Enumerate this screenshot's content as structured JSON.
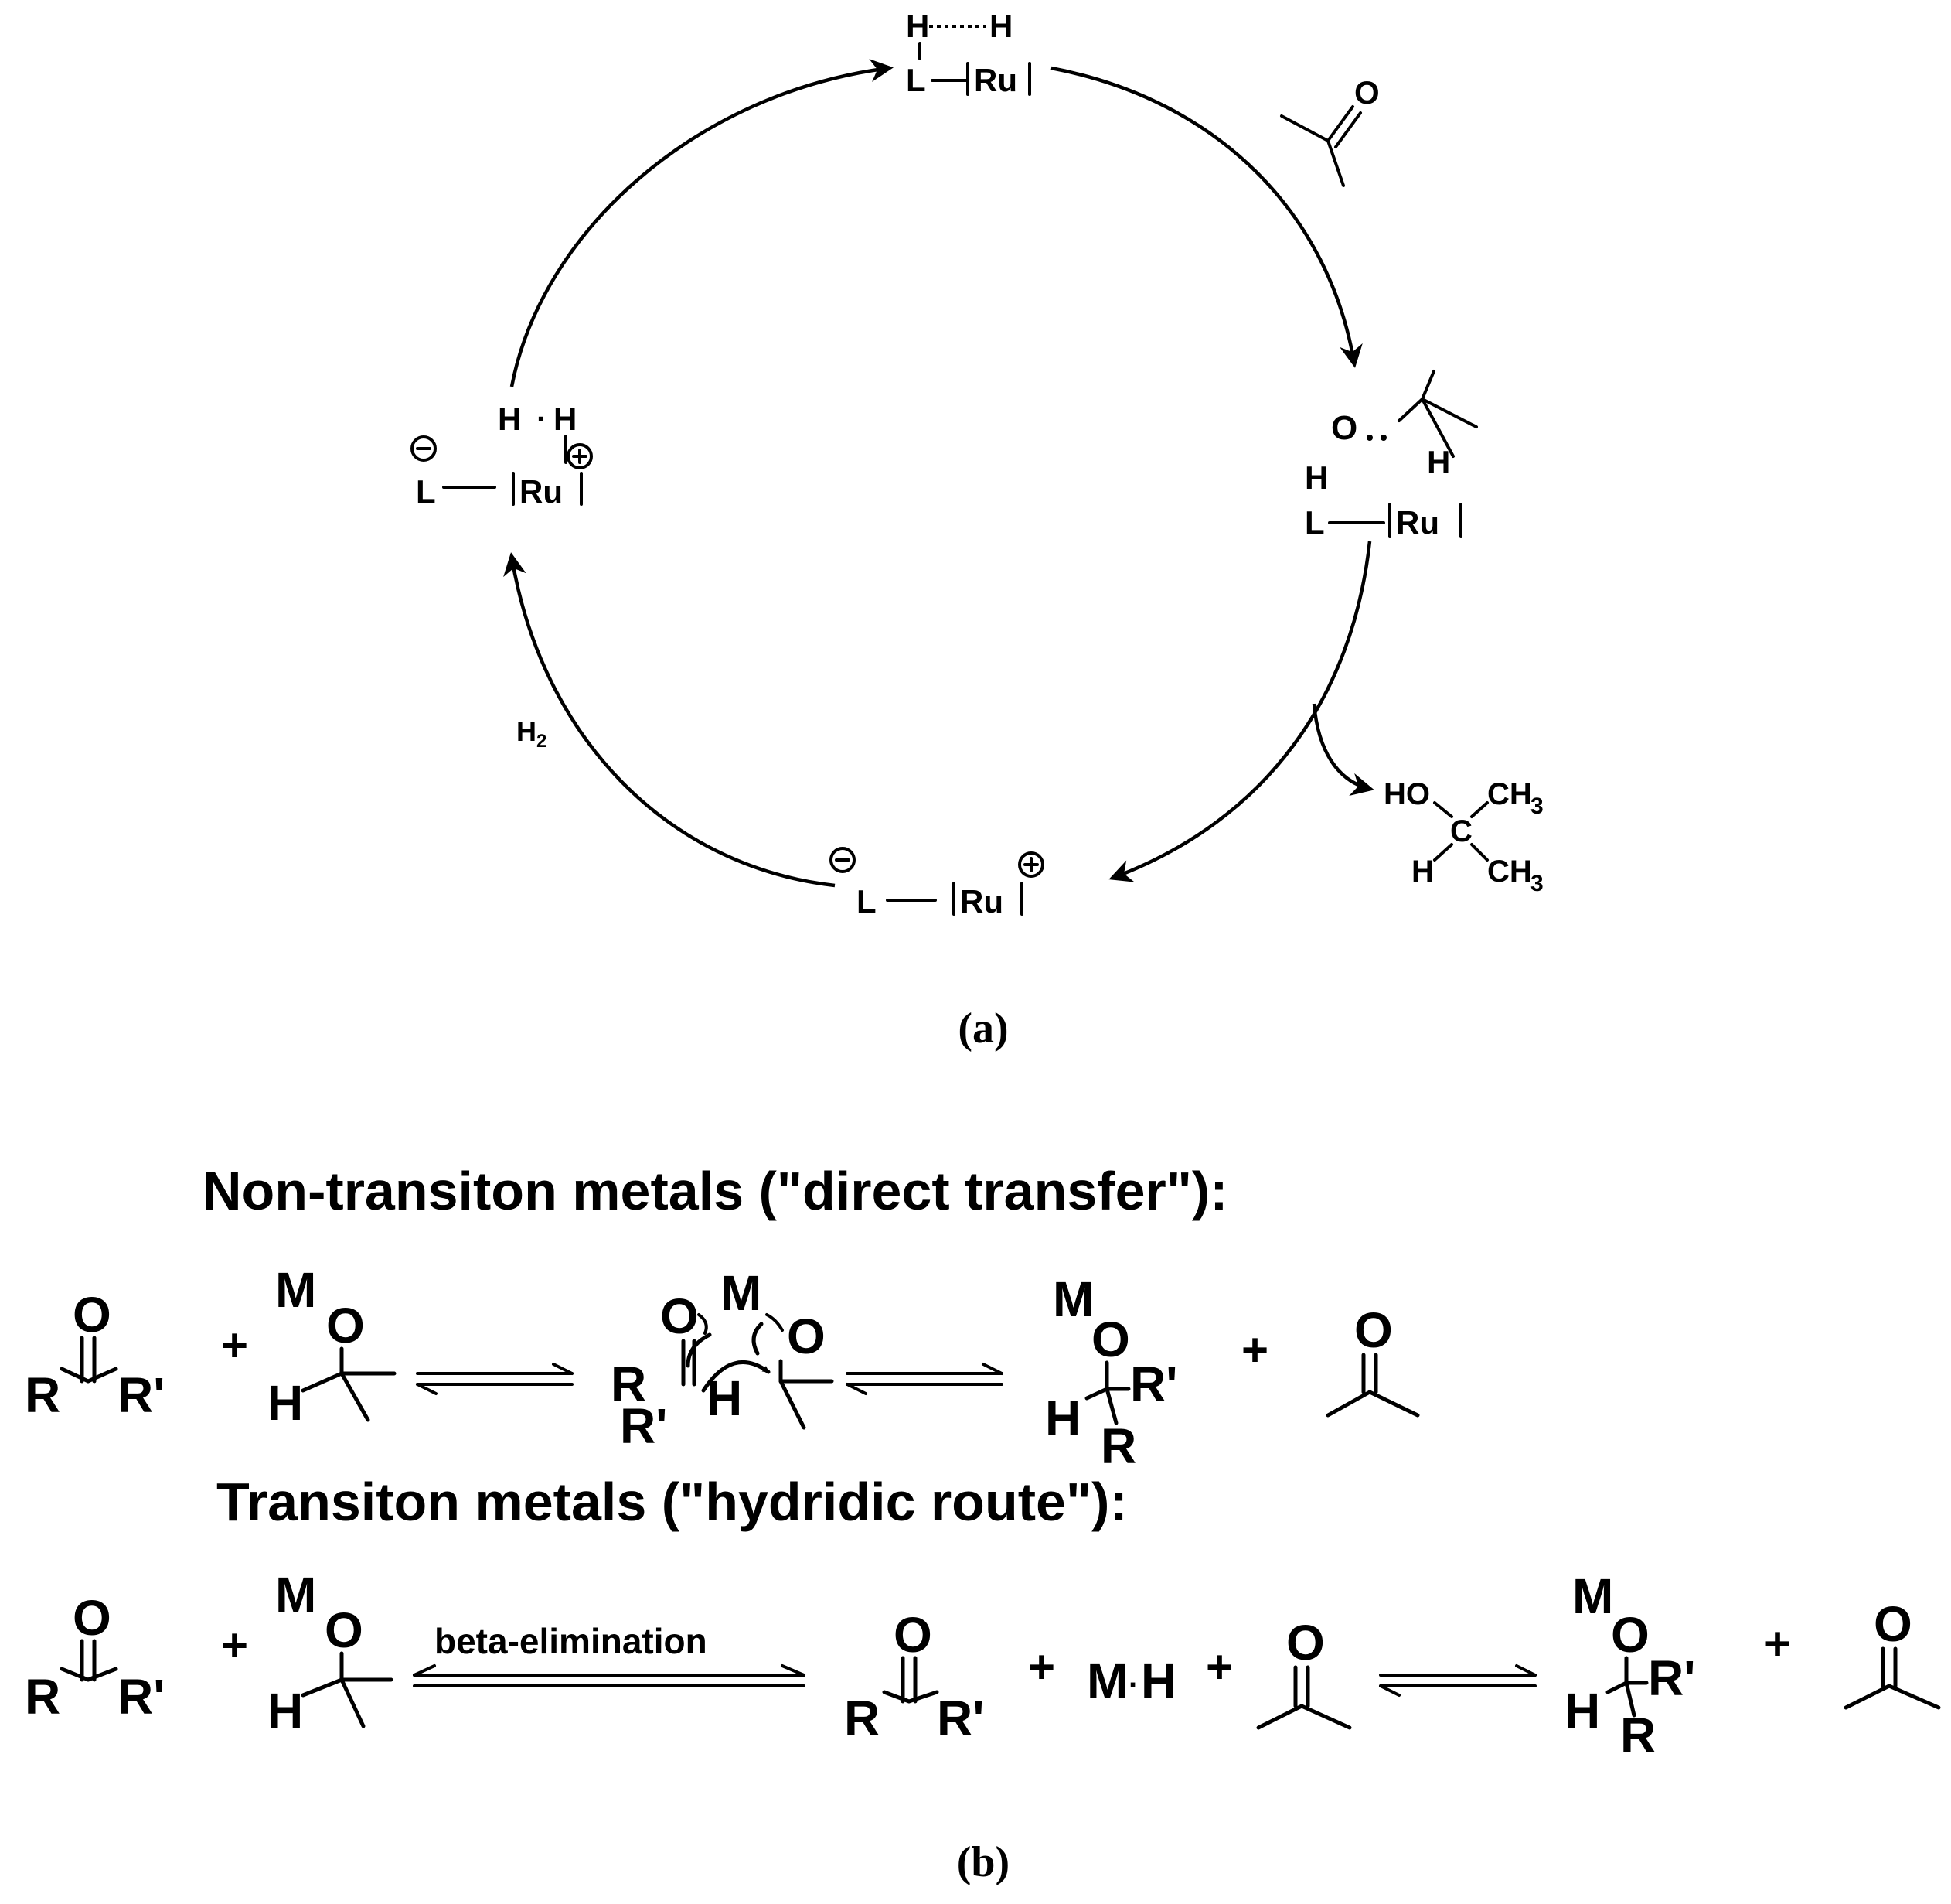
{
  "panel_a": {
    "caption": "(a)",
    "top": {
      "h1": "H",
      "h2": "H",
      "L": "L",
      "Ru": "Ru"
    },
    "reagent_acetone": {
      "O": "O"
    },
    "right": {
      "O": "O",
      "H1": "H",
      "H2": "H",
      "L": "L",
      "Ru": "Ru"
    },
    "product": {
      "HO": "HO",
      "CH3a": "CH",
      "sub3a": "3",
      "C": "C",
      "H": "H",
      "CH3b": "CH",
      "sub3b": "3"
    },
    "bottom": {
      "L": "L",
      "Ru": "Ru"
    },
    "h2_label": {
      "H": "H",
      "sub": "2"
    },
    "left": {
      "H1": "H",
      "dot": "·",
      "H2": "H",
      "L": "L",
      "Ru": "Ru"
    }
  },
  "panel_b": {
    "caption": "(b)",
    "direct": {
      "heading": "Non-transiton metals (\"direct transfer\"):",
      "ketone": {
        "O": "O",
        "R": "R",
        "Rp": "R'"
      },
      "plus1": "+",
      "alkoxide": {
        "M": "M",
        "O": "O",
        "H": "H"
      },
      "ts": {
        "O1": "O",
        "M": "M",
        "O2": "O",
        "R": "R",
        "Rp": "R'",
        "H": "H"
      },
      "product": {
        "M": "M",
        "O": "O",
        "H": "H",
        "Rp": "R'",
        "R": "R"
      },
      "plus2": "+",
      "acetone": {
        "O": "O"
      }
    },
    "hydridic": {
      "heading": "Transiton metals (\"hydridic route\"):",
      "ketone": {
        "O": "O",
        "R": "R",
        "Rp": "R'"
      },
      "plus1": "+",
      "alkoxide": {
        "M": "M",
        "O": "O",
        "H": "H"
      },
      "arrow_label": "beta-elimination",
      "ketone2": {
        "O": "O",
        "R": "R",
        "Rp": "R'"
      },
      "plus2": "+",
      "mh": {
        "M": "M",
        "dot": "·",
        "H": "H"
      },
      "plus3": "+",
      "acetone1": {
        "O": "O"
      },
      "product": {
        "M": "M",
        "O": "O",
        "H": "H",
        "Rp": "R'",
        "R": "R"
      },
      "plus4": "+",
      "acetone2": {
        "O": "O"
      }
    }
  }
}
